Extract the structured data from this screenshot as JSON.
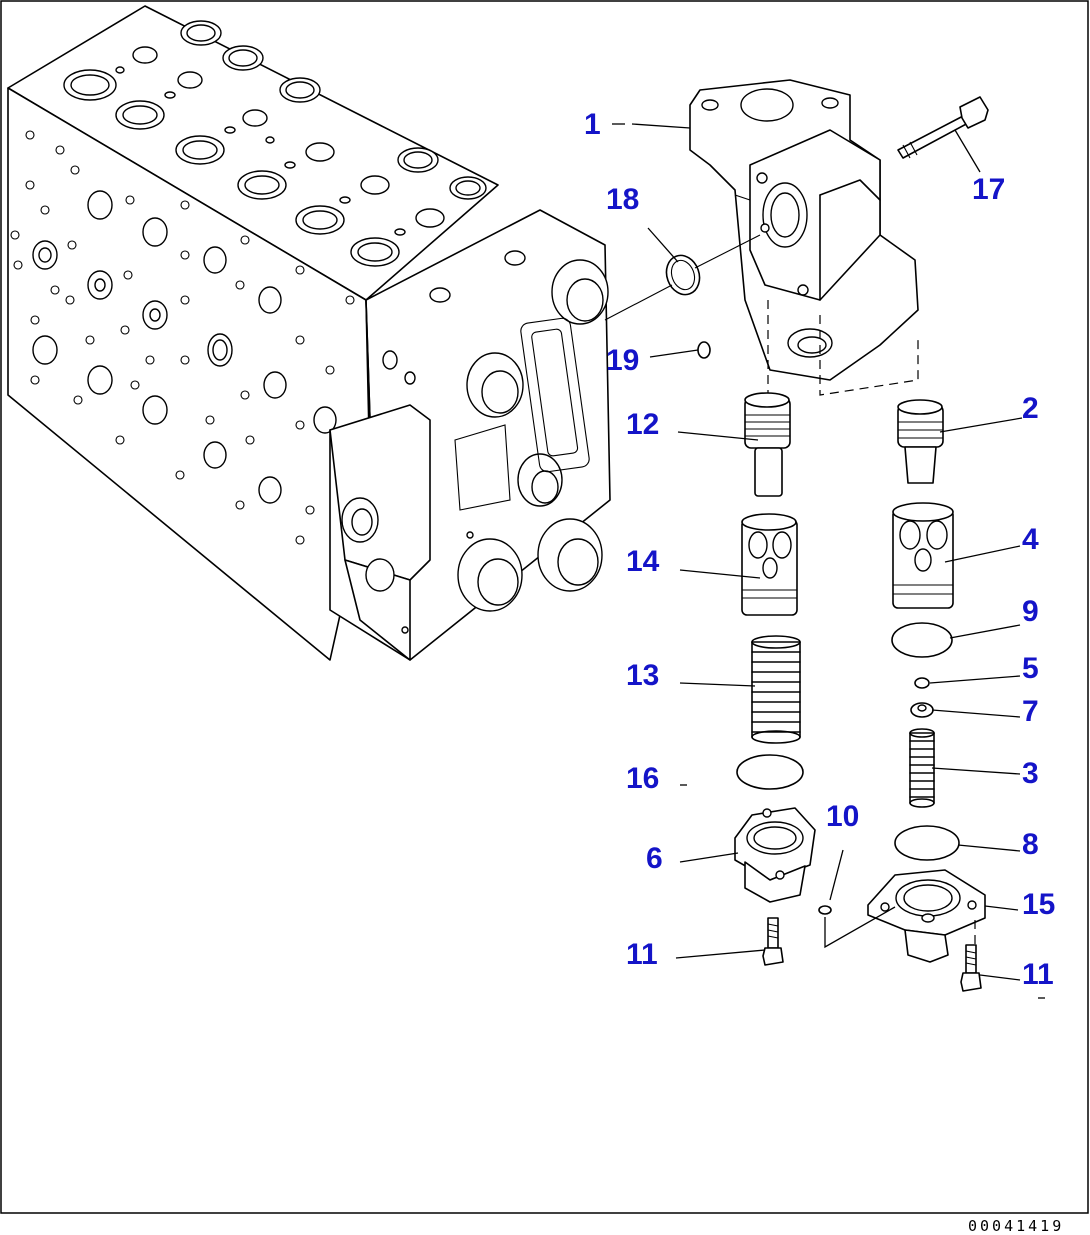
{
  "diagram": {
    "document_number": "00041419",
    "part_labels": {
      "p1": "1",
      "p2": "2",
      "p3": "3",
      "p4": "4",
      "p5": "5",
      "p6": "6",
      "p7": "7",
      "p8": "8",
      "p9": "9",
      "p10": "10",
      "p11a": "11",
      "p11b": "11",
      "p12": "12",
      "p13": "13",
      "p14": "14",
      "p15": "15",
      "p16": "16",
      "p17": "17",
      "p18": "18",
      "p19": "19"
    },
    "colors": {
      "label": "#1414c8",
      "line": "#000000",
      "background": "#ffffff"
    }
  }
}
